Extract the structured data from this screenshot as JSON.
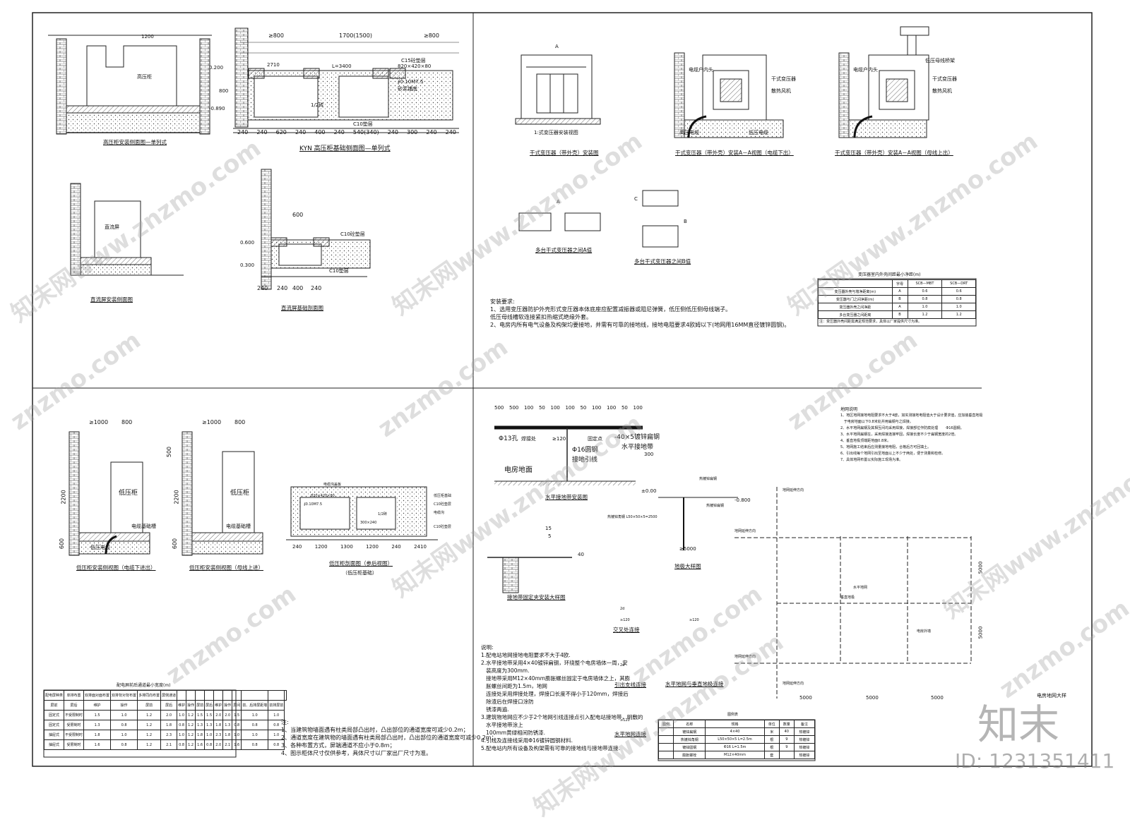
{
  "ul": {
    "dims_top": [
      "≥800",
      "1700(1500)",
      "≥800"
    ],
    "dims_bottom": [
      "240",
      "240",
      "620",
      "240",
      "400",
      "240",
      "540(340)",
      "240",
      "300",
      "240",
      "240"
    ],
    "labels": [
      "高压柜",
      "C15砼垫层",
      "C10垫层",
      "2710",
      "1/2砖",
      "620",
      "820×420×80",
      "∮0.10M7.5",
      "砂浆铺底",
      "0.200",
      "800",
      "-0.890",
      "L=3400",
      "1200"
    ],
    "cap1": "高压柜安装侧面图—单列式",
    "cap2": "KYN 高压柜基础侧面图—单列式",
    "dc_cap1": "直流屏安装侧面图",
    "dc_cap2": "直流屏基础剖面图",
    "dc_labels": [
      "直流屏",
      "C10砼垫层",
      "C10垫层",
      "600",
      "0.600",
      "0.300",
      "240",
      "400",
      "240",
      "240"
    ]
  },
  "ur": {
    "cap1": "干式变压器（带外壳）安装图",
    "cap2": "干式变压器（带外壳）安装A－A视图（电缆下出）",
    "cap3": "干式变压器（带外壳）安装A－A视图（母线上出）",
    "cap4": "多台干式变压器之间A值",
    "cap5": "多台干式变压器之间B值",
    "subcap": "1:式变压器安装视图",
    "labels": [
      "电缆户内头",
      "干式变压器",
      "散热风机",
      "高压电缆",
      "低压电缆",
      "低压母线桥架",
      "A",
      "B",
      "C"
    ],
    "notes_title": "安装要求:",
    "notes": [
      "1、选用变压器防护外壳形式变压器本体底座应配置减振器或阻尼弹簧，低压侧低压侧母线端子。",
      "   低压母线槽软连接紧扣热缩式绝缘外套。",
      "2、电房内所有电气设备及构架均要接地，并需有可靠的接地线，接地电阻要求4欧姆以下(地网用16MM直径镀锌圆钢)。"
    ],
    "table_title": "变压器室内外壳间距最小净距(m)",
    "table_rows": [
      [
        "",
        "字母",
        "SCB—MBT",
        "SCB—DRT"
      ],
      [
        "变压器外壳与墙净距离(m)",
        "A",
        "0.6",
        "0.6"
      ],
      [
        "变压器与门之间净距(m)",
        "B",
        "0.8",
        "0.8"
      ],
      [
        "变压器外壳之间净距",
        "A",
        "1.0",
        "1.0"
      ],
      [
        "多台变压器之间距离",
        "B",
        "1.2",
        "1.2"
      ]
    ],
    "table_note": "注：变压器外壳间距需满足规范要求，具体以厂家提供尺寸为准。"
  },
  "ll": {
    "dims": [
      "≥1000",
      "800",
      "≥1000",
      "800",
      "2200",
      "600",
      "2200",
      "600",
      "500"
    ],
    "labels": [
      "低压柜",
      "电缆基础槽",
      "低压电缆",
      "电缆基础槽"
    ],
    "cap1": "低压柜安装侧视图（电缆下进出）",
    "cap2": "低压柜安装侧视图（母线上进）",
    "cap3": "低压柜剖面图（参后视图）",
    "cap3b": "（低压柜基础）",
    "found_labels": [
      "低压柜基础",
      "C10砼垫层",
      "电缆沟",
      "C10砼垫层",
      "电缆沟盖板",
      "820×420×80",
      "300×240",
      "∮0.10M7.5",
      "1/2砖"
    ],
    "found_dims": [
      "240",
      "1200",
      "1300",
      "1200",
      "240",
      "2410"
    ],
    "table_title": "配电屏前后通道最小宽度(m)",
    "table_head1": [
      "配电屏种类",
      "单排布置",
      "双排面对面布置",
      "双排背对背布置",
      "多排同向布置",
      "屏侧通道"
    ],
    "table_head2": [
      "屏前",
      "屏后",
      "维护",
      "操作",
      "屏前",
      "屏后",
      "维护",
      "操作",
      "屏前",
      "屏后",
      "维护",
      "操作",
      "屏间",
      "前、后排屏距墙",
      "前排屏前",
      "后排屏后"
    ],
    "table_rows": [
      [
        "固定式",
        "不受限制时",
        "1.5",
        "1.0",
        "1.2",
        "2.0",
        "1.0",
        "1.2",
        "1.5",
        "1.5",
        "2.0",
        "2.0",
        "1.5",
        "1.0",
        "1.0"
      ],
      [
        "固定式",
        "受限制时",
        "1.3",
        "0.8",
        "1.2",
        "1.8",
        "0.8",
        "1.2",
        "1.3",
        "1.3",
        "1.8",
        "1.3",
        "0.8",
        "0.8",
        "0.8"
      ],
      [
        "抽屉式",
        "不受限制时",
        "1.8",
        "1.0",
        "1.2",
        "2.3",
        "1.0",
        "1.2",
        "1.8",
        "1.0",
        "2.3",
        "1.8",
        "1.0",
        "1.0",
        "1.0"
      ],
      [
        "抽屉式",
        "受限制时",
        "1.6",
        "0.8",
        "1.2",
        "2.1",
        "0.8",
        "1.2",
        "1.6",
        "0.8",
        "2.0",
        "2.1",
        "1.6",
        "0.8",
        "0.8"
      ]
    ],
    "notes": [
      "注:",
      "1、当建筑物墙面遇有柱类局部凸出时，凸出部位的通道宽度可减少0.2m；",
      "2、通道宽度在建筑物的墙面遇有柱类局部凸出时，凸出部位的通道宽度可减少0.2m；",
      "3、各种布置方式，屏端通道不应小于0.8m；",
      "4、图示柜体尺寸仅供参考，具体尺寸以厂家出厂尺寸为准。"
    ]
  },
  "lr": {
    "dims_top": [
      "500",
      "500",
      "100",
      "50",
      "100",
      "100",
      "50",
      "100",
      "100",
      "50",
      "100"
    ],
    "labels1": [
      "Φ13孔",
      "焊接处",
      "≥120",
      "固定点",
      "-40×5镀锌扁钢",
      "水平接地带",
      "Φ16圆钢",
      "接地引线",
      "电房地面",
      "300"
    ],
    "cap1": "水平接地带安装图",
    "cap2": "接地带固定夹安装大样图",
    "dim_clip": [
      "15",
      "5",
      "40"
    ],
    "labels2": [
      "热镀锌扁钢",
      "±0.00",
      "-0.800",
      "热镀锌角钢 L50×50×5=2500",
      "≥5000",
      "热镀锌扁钢"
    ],
    "cap3": "地极大样图",
    "cap4": "交叉处连接",
    "cap5": "引出支线连接",
    "cap6": "水平地网与垂直地极连接",
    "cap7": "水平地网连接",
    "small_dims": [
      "2d",
      "≥120",
      "2d",
      "≥120",
      "≥120"
    ],
    "notes_title": "说明:",
    "notes": [
      "1.配电站地网接地电阻要求不大于4欧.",
      "2.水平接地带采用4×40镀锌扁钢，环绕整个电房墙体一周，安",
      "   装高度为300mm.",
      "   接地带采用M12×40mm膨胀螺丝固定于电房墙体之上，其膨",
      "   胀螺丝间距为1.5m，地网",
      "   连接处采用焊接处理，焊接口长度不得小于120mm，焊接后",
      "   除渣后在焊接口涂防",
      "   锈漆两遍.",
      "3.建筑物地网应不少于2个地网引线连接点引入配电站接地带，明敷的",
      "   水平接地带涂上",
      "   100mm黄绿相间防锈漆.",
      "4.引线及连接线采用Φ16镀锌圆钢材料.",
      "5.配电站内所有设备及构架需有可靠的接地线与接地带连接."
    ],
    "grid_notes_title": "地网说明",
    "grid_notes": [
      "1、地区地网接地电阻要求不大于4欧，如实测接地电阻值大于设计要求值，应加装垂直地极",
      "   于电房地面以下0.8米处并用扁钢与之焊接。",
      "2、水平地网扁钢及其相互间均采用焊接，焊接部位作防腐处理       Φ16圆钢。",
      "3、水平地网扁钢在，采用焊接连接牢固，焊接长度不少于扁钢宽度的2倍。",
      "4、垂直地极顶端距地面0.8米。",
      "5、地网施工结束后应测量接地电阻，合格后方可回填土。",
      "6、引出线每个地网引出至地面以上不少于两处，便于测量和检修。",
      "7、具体地网布置以实际施工现场为准。"
    ],
    "grid_labels": [
      "地网延伸方向",
      "地网延伸方向",
      "地网延伸方向",
      "地网延伸方向",
      "水平地网",
      "垂直地极",
      "电房外墙"
    ],
    "grid_dims": [
      "5000",
      "5000",
      "5000",
      "5000",
      "5000"
    ],
    "grid_cap": "电房地网大样",
    "legend_title": "图例表",
    "legend_head": [
      "图例",
      "名称",
      "规格",
      "单位",
      "数量",
      "备注"
    ],
    "legend_rows": [
      [
        "",
        "镀锌扁钢",
        "4×40",
        "米",
        "40",
        "热镀锌"
      ],
      [
        "",
        "热镀锌角钢",
        "L50×50×5 L=2.5m",
        "根",
        "9",
        "热镀锌"
      ],
      [
        "",
        "镀锌圆钢",
        "Φ16 L=1.5m",
        "根",
        "9",
        "热镀锌"
      ],
      [
        "",
        "膨胀螺栓",
        "M12×40mm",
        "套",
        "",
        "热镀锌"
      ]
    ]
  },
  "watermark": "znzmo.com",
  "watermark2": "知末网www.znzmo.com",
  "brand": "知末",
  "id": "ID: 1231351411"
}
